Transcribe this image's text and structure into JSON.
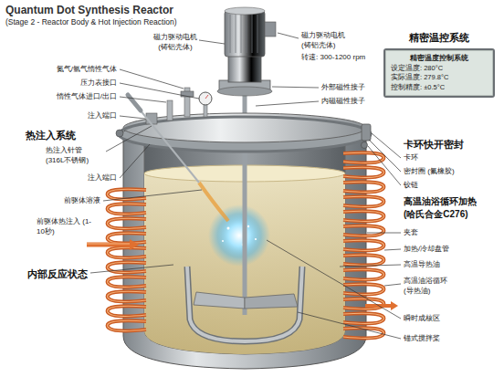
{
  "diagram": {
    "title": "Quantum Dot Synthesis Reactor",
    "nodes": [
      {
        "text": [
          "精密温控系统",
          "精密温度控制系统",
          "设定温度: 280°C",
          "实际温度: 279.8°C",
          "控制精度: ±0.5°C"
        ]
      }
    ],
    "labels": [
      "(Stage 2 - Reactor Body & Hot Injection Reaction)",
      "磁力驱动电机 (铸铝壳体)",
      "氮气/氩气惰性气体",
      "压力表接口",
      "惰性气体进口/出口",
      "注入端口",
      "热注入系统",
      "热注入针管 (316L不锈钢)",
      "注入端口",
      "前驱体溶液",
      "前驱体热注入 (1-10秒)",
      "内部反应状态",
      "磁力驱动电机 (铸铝壳体)",
      "转速: 300-1200 rpm",
      "外部磁性接子",
      "内磁磁性接子",
      "卡环快开密封",
      "卡环",
      "密封圈 (氟橡胶)",
      "铰链",
      "高温油浴循环加热 (哈氏合金C276)",
      "夹套",
      "加热/冷却盘管",
      "高温导热油",
      "高温油浴循环 (导热油)",
      "瞬时成核区",
      "锚式搅拌桨"
    ]
  }
}
